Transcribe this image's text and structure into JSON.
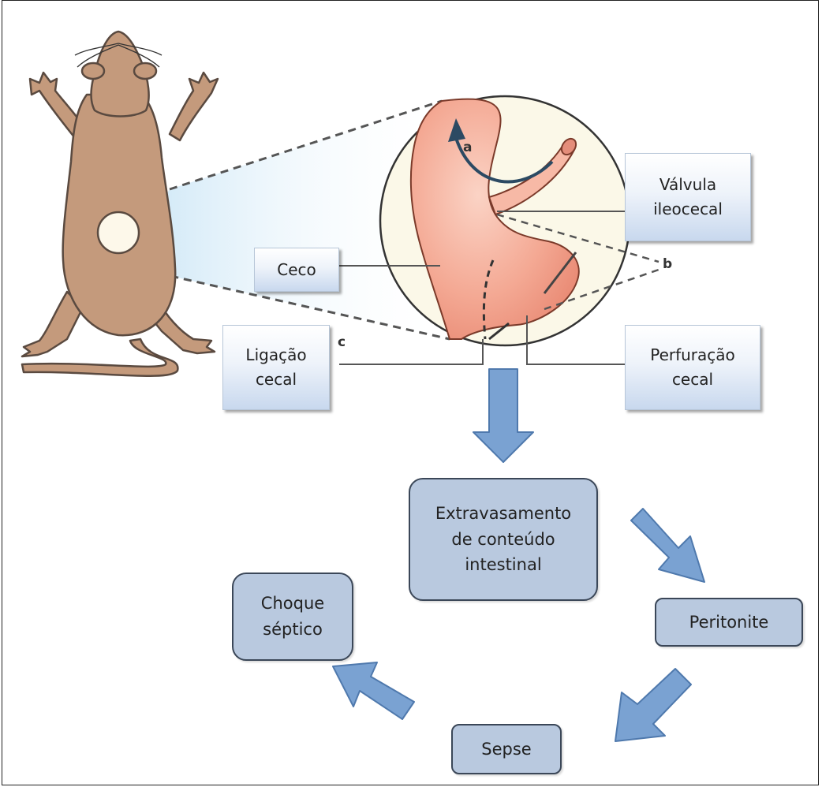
{
  "labels": {
    "valvula": "Válvula\nileocecal",
    "ceco": "Ceco",
    "ligacao": "Ligação\ncecal",
    "perfuracao": "Perfuração\ncecal"
  },
  "letters": {
    "a": "a",
    "b": "b",
    "c": "c"
  },
  "cycle": {
    "extravasamento": "Extravasamento\nde conteúdo\nintestinal",
    "peritonite": "Peritonite",
    "sepse": "Sepse",
    "choque": "Choque\nséptico"
  },
  "colors": {
    "mouse_fur": "#c49a7c",
    "mouse_outline": "#5a4a40",
    "cecum": "#f2a58f",
    "arrow_fill": "#7aa2d2",
    "box_dark": "#b9c9df"
  }
}
